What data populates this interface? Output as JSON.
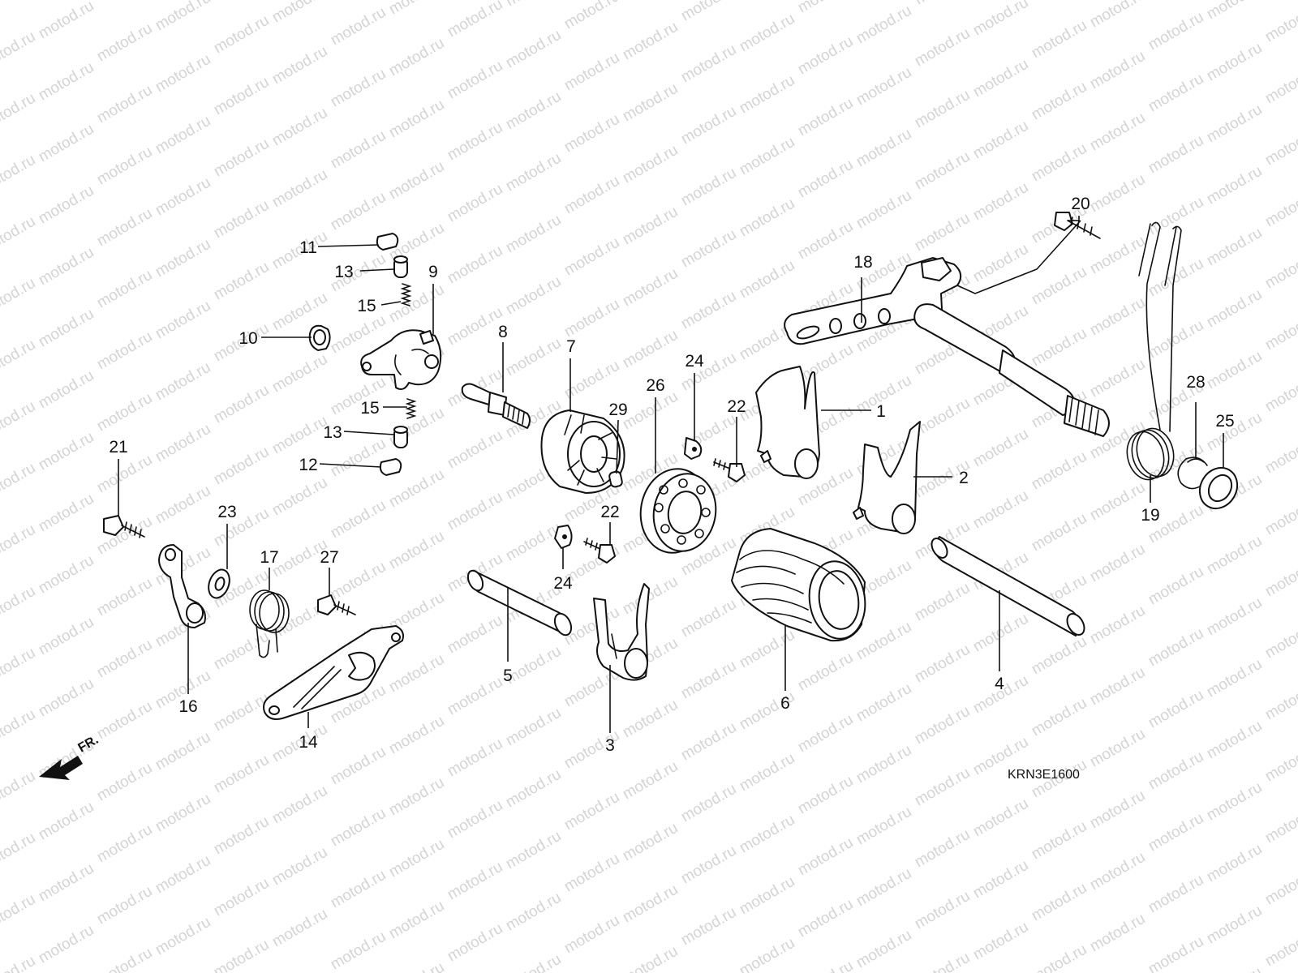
{
  "watermark": "motod.ru",
  "diagram_code": "KRN3E1600",
  "front_label": "FR.",
  "callouts": {
    "c1": "1",
    "c2": "2",
    "c3": "3",
    "c4": "4",
    "c5": "5",
    "c6": "6",
    "c7": "7",
    "c8": "8",
    "c9": "9",
    "c10": "10",
    "c11": "11",
    "c12": "12",
    "c13a": "13",
    "c13b": "13",
    "c14": "14",
    "c15a": "15",
    "c15b": "15",
    "c16": "16",
    "c17": "17",
    "c18": "18",
    "c19": "19",
    "c20": "20",
    "c21": "21",
    "c22a": "22",
    "c22b": "22",
    "c23": "23",
    "c24a": "24",
    "c24b": "24",
    "c25": "25",
    "c26": "26",
    "c27": "27",
    "c28": "28",
    "c29": "29"
  }
}
